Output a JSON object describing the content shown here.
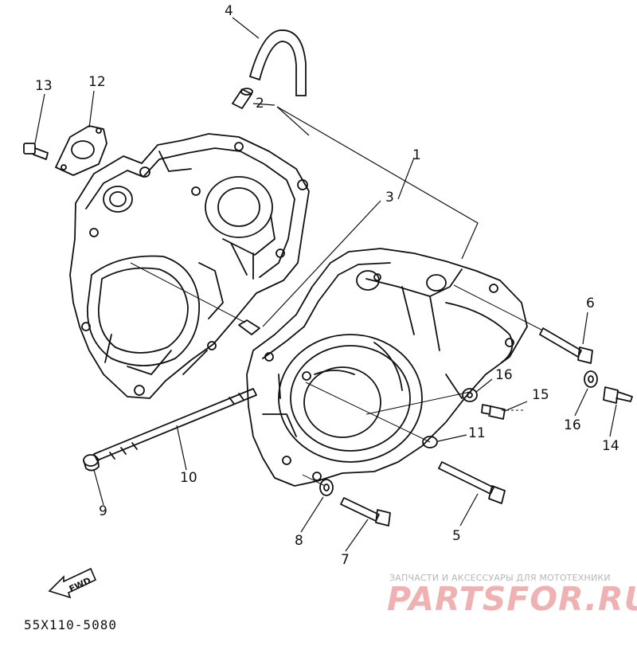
{
  "parts": {
    "p1": "1",
    "p2": "2",
    "p3": "3",
    "p4": "4",
    "p5": "5",
    "p6": "6",
    "p7": "7",
    "p8": "8",
    "p9": "9",
    "p10": "10",
    "p11": "11",
    "p12": "12",
    "p13": "13",
    "p14": "14",
    "p15": "15",
    "p16a": "16",
    "p16b": "16"
  },
  "fwd_label": "FWD",
  "diagram_code": "55X110-5080",
  "watermark": {
    "tagline": "ЗАПЧАСТИ И АКСЕССУАРЫ ДЛЯ МОТОТЕХНИКИ",
    "logo": "PARTSFOR.RU"
  },
  "colors": {
    "line": "#111111",
    "watermark_logo": "#efb1b1",
    "watermark_text": "#b7b7b7"
  }
}
